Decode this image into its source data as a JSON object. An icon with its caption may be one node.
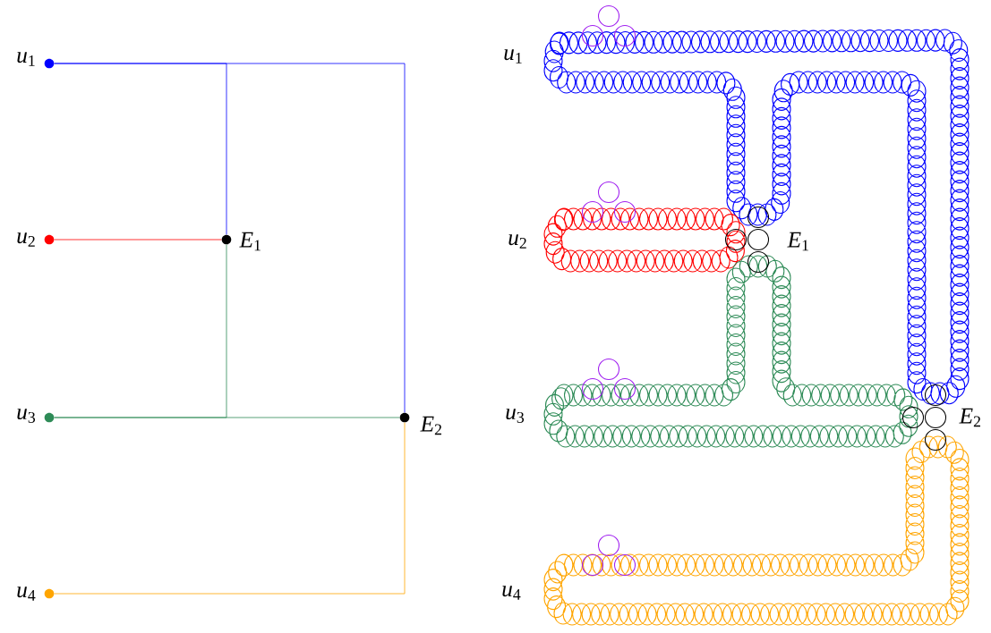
{
  "diagram": {
    "nodes": [
      {
        "text": [],
        "shape": "circle",
        "beside": [
          "*u*$_{1}$"
        ]
      },
      {
        "text": [],
        "shape": "circle",
        "beside": [
          "*u*$_{2}$"
        ]
      },
      {
        "text": [],
        "shape": "circle",
        "beside": [
          "*u*$_{3}$"
        ]
      },
      {
        "text": [],
        "shape": "circle",
        "beside": [
          "*u*$_{4}$"
        ]
      },
      {
        "text": [],
        "shape": "circle",
        "beside": [
          "*E*$_{1}$"
        ]
      },
      {
        "text": [],
        "shape": "circle",
        "beside": [
          "*E*$_{2}$"
        ]
      }
    ],
    "edges": [
      {
        "from": 0,
        "to": 4,
        "arrow": "none",
        "color": "#0000ff"
      },
      {
        "from": 0,
        "to": 5,
        "arrow": "none",
        "color": "#0000ff"
      },
      {
        "from": 1,
        "to": 4,
        "arrow": "none",
        "color": "#ff0000"
      },
      {
        "from": 2,
        "to": 4,
        "arrow": "none",
        "color": "#2e8b57"
      },
      {
        "from": 2,
        "to": 5,
        "arrow": "none",
        "color": "#2e8b57"
      },
      {
        "from": 3,
        "to": 5,
        "arrow": "none",
        "color": "#ffa500"
      }
    ],
    "labels": [
      "*u*$_{1}$",
      "*u*$_{2}$",
      "*E*$_{1}$",
      "*u*$_{3}$",
      "*E*$_{2}$",
      "*u*$_{4}$"
    ]
  }
}
